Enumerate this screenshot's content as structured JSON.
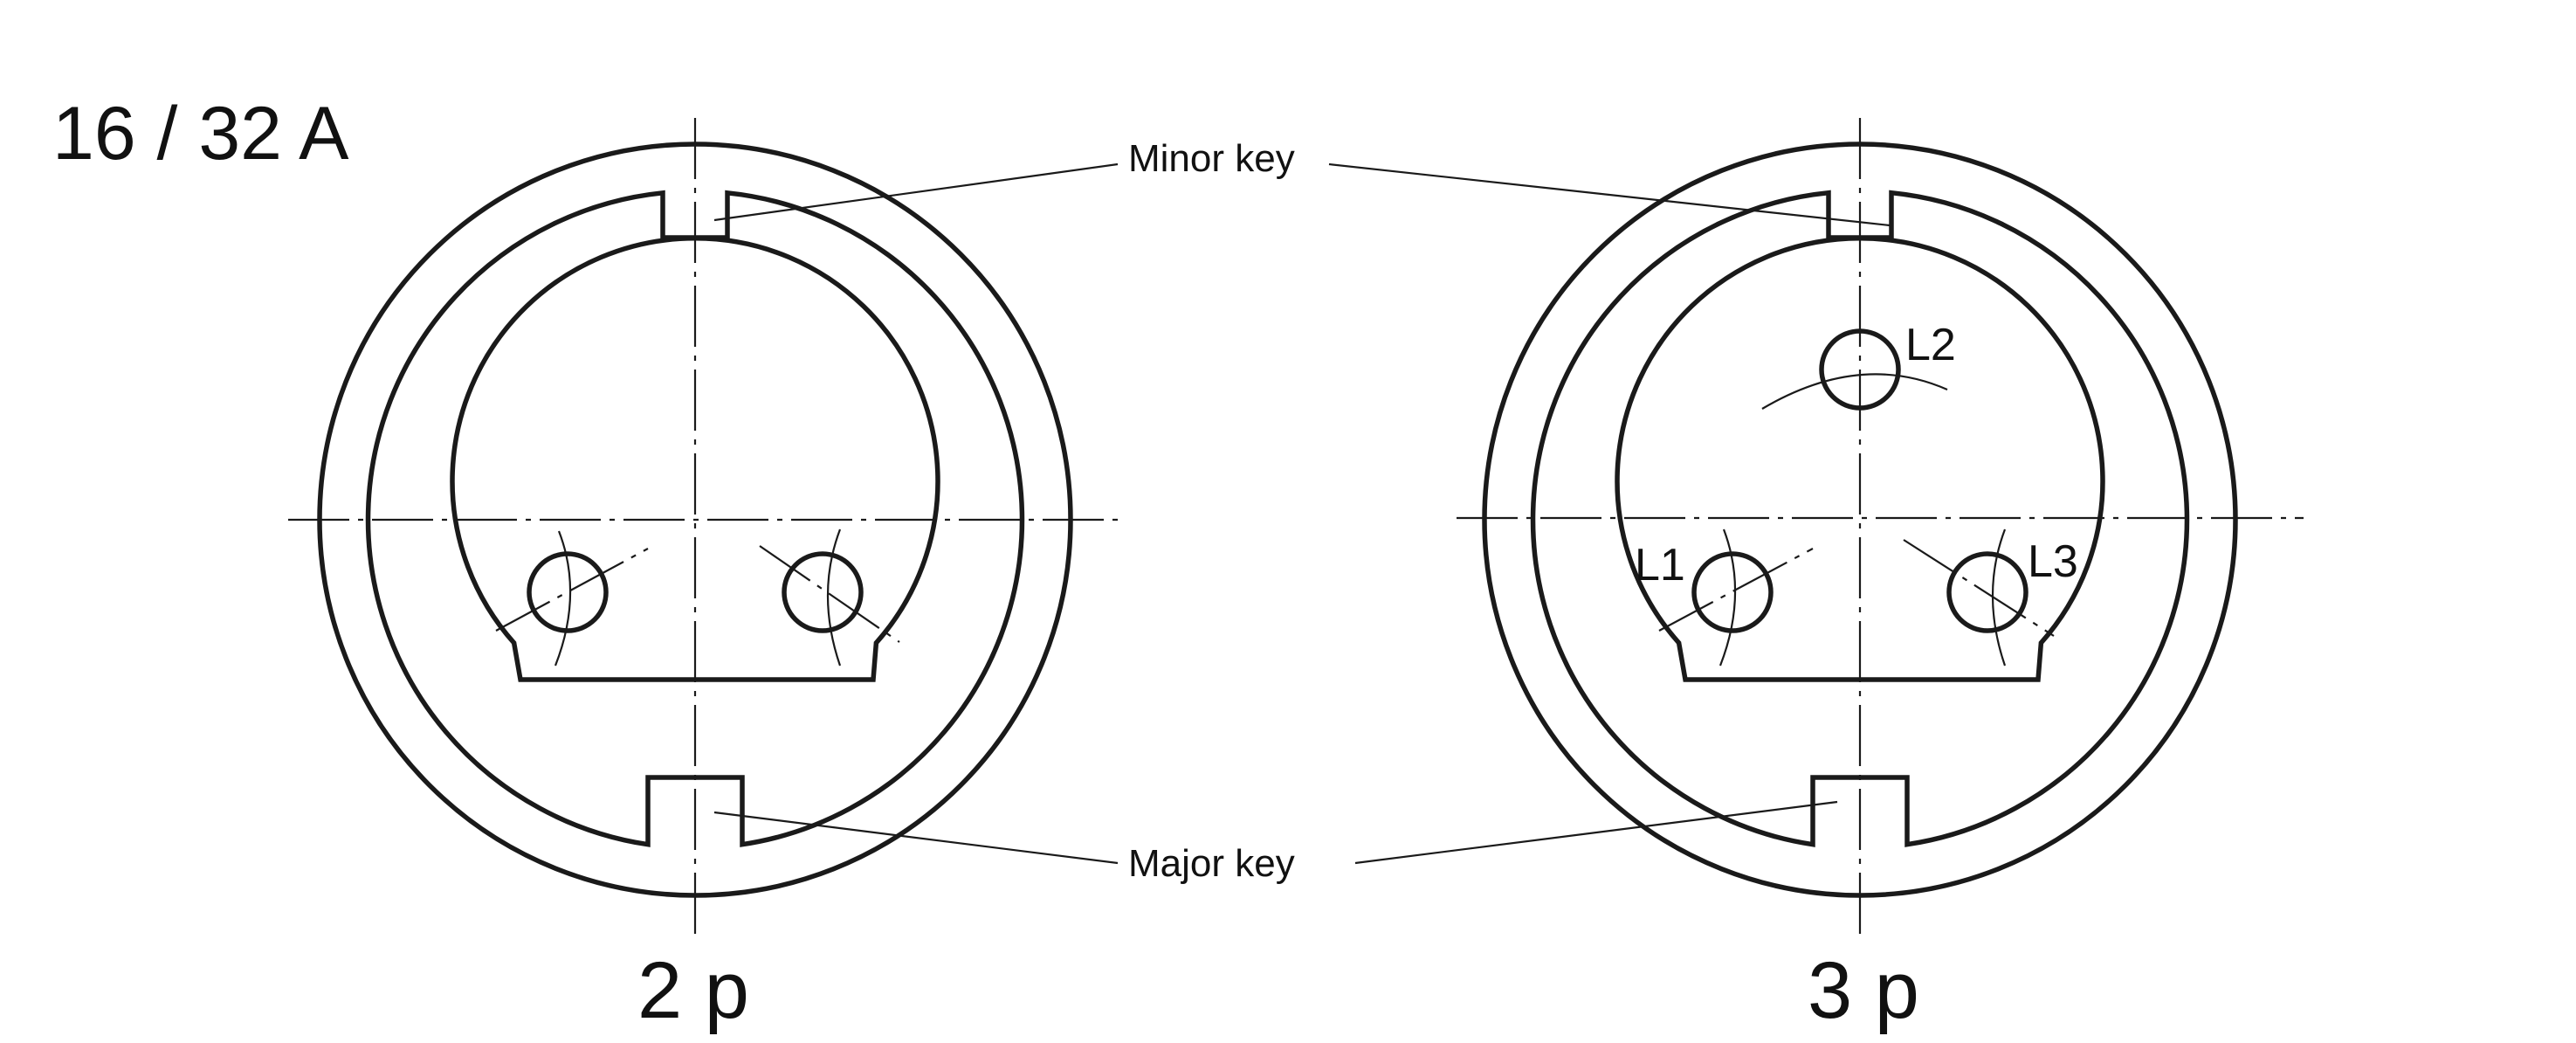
{
  "heading": "16 / 32 A",
  "labels": {
    "minor_key": "Minor key",
    "major_key": "Major key"
  },
  "connectors": [
    {
      "pole_label": "2 p",
      "pins": []
    },
    {
      "pole_label": "3 p",
      "pins": [
        "L1",
        "L2",
        "L3"
      ]
    }
  ]
}
